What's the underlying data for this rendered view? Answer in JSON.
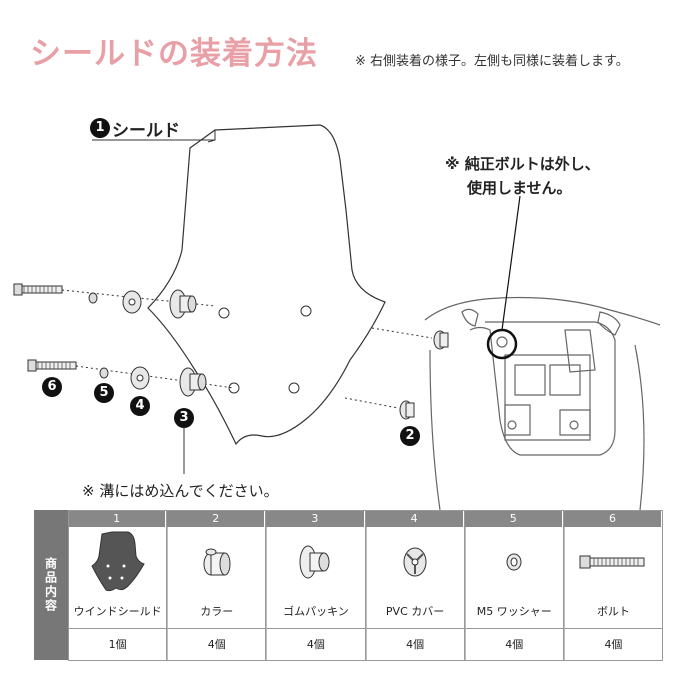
{
  "title": "シールドの装着方法",
  "subtitle": "※ 右側装着の様子。左側も同様に装着します。",
  "shield_label": "シールド",
  "note_bolt_line1": "※ 純正ボルトは外し、",
  "note_bolt_line2": "使用しません。",
  "note_groove": "※ 溝にはめ込んでください。",
  "badges": {
    "b1": "1",
    "b2": "2",
    "b3": "3",
    "b4": "4",
    "b5": "5",
    "b6": "6"
  },
  "table": {
    "side_header": "商品内容",
    "columns": [
      {
        "num": "1",
        "name": "ウインドシールド",
        "qty": "1個",
        "icon": "shield-icon"
      },
      {
        "num": "2",
        "name": "カラー",
        "qty": "4個",
        "icon": "collar-icon"
      },
      {
        "num": "3",
        "name": "ゴムパッキン",
        "qty": "4個",
        "icon": "rubber-packing-icon"
      },
      {
        "num": "4",
        "name": "PVC カバー",
        "qty": "4個",
        "icon": "pvc-cover-icon"
      },
      {
        "num": "5",
        "name": "M5 ワッシャー",
        "qty": "4個",
        "icon": "washer-icon"
      },
      {
        "num": "6",
        "name": "ボルト",
        "qty": "4個",
        "icon": "bolt-icon"
      }
    ]
  },
  "colors": {
    "title_pink": "#e8a0a6",
    "header_gray": "#888888",
    "side_gray": "#777777"
  }
}
